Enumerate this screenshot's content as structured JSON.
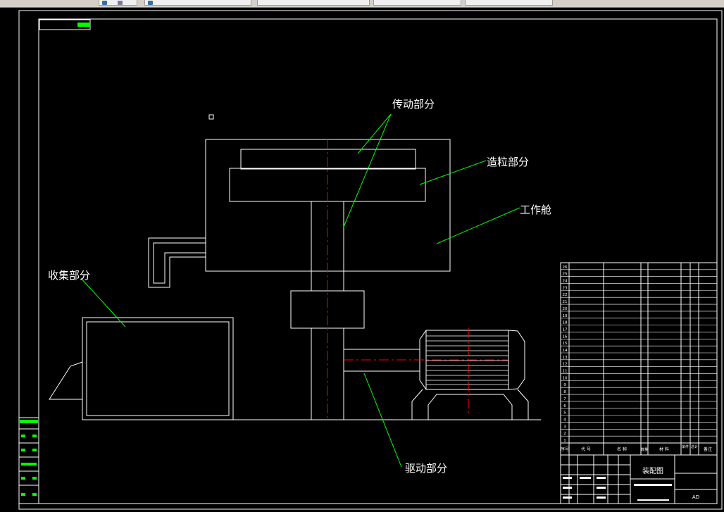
{
  "colors": {
    "background": "#000000",
    "lines": "#ffffff",
    "leaders": "#00ff00",
    "centerline": "#ff0000",
    "title_block_labels": "#00ff00"
  },
  "toolbar": {
    "tabs": [
      {
        "label": "",
        "icon": "folder-icon"
      },
      {
        "label": "",
        "icon": "drawing-icon"
      },
      {
        "label": "",
        "icon": "drawing-icon"
      },
      {
        "label": "",
        "icon": "drawing-icon"
      },
      {
        "label": "",
        "icon": "drawing-icon"
      }
    ]
  },
  "drawing": {
    "top_left_stamp": "",
    "labels": {
      "transmission": "传动部分",
      "granulation": "造粒部分",
      "working_chamber": "工作舱",
      "collection": "收集部分",
      "drive": "驱动部分"
    }
  },
  "bom": {
    "row_numbers": [
      "26",
      "25",
      "24",
      "23",
      "22",
      "21",
      "20",
      "19",
      "18",
      "17",
      "16",
      "15",
      "14",
      "13",
      "12",
      "11",
      "10",
      "9",
      "8",
      "7",
      "6",
      "5",
      "4",
      "3",
      "2",
      "1"
    ],
    "header": [
      "序号",
      "代 号",
      "名 称",
      "数量",
      "材 料",
      "单件",
      "总计",
      "备注"
    ]
  },
  "title_block": {
    "drawing_type": "装配图",
    "drawing_name": "",
    "sheet_code": "AD"
  },
  "left_strip": {
    "labels": [
      "",
      "",
      "",
      "",
      "",
      ""
    ]
  }
}
